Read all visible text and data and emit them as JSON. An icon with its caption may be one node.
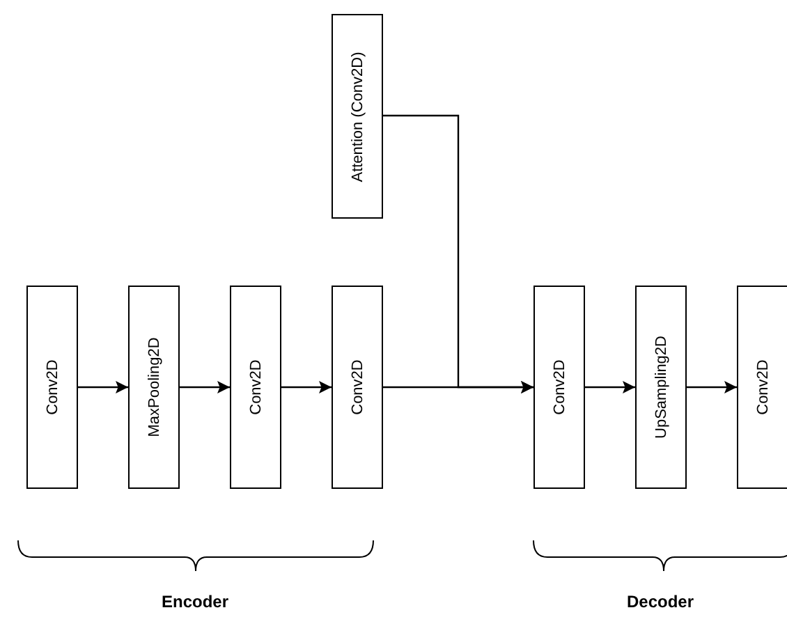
{
  "diagram": {
    "nodes": [
      {
        "text": [
          "Attention (Conv2D)"
        ]
      },
      {
        "text": [
          "Conv2D"
        ]
      },
      {
        "text": [
          "MaxPooling2D"
        ]
      },
      {
        "text": [
          "Conv2D"
        ]
      },
      {
        "text": [
          "Conv2D"
        ]
      },
      {
        "text": [
          "Conv2D"
        ]
      },
      {
        "text": [
          "UpSampling2D"
        ]
      },
      {
        "text": [
          "Conv2D"
        ]
      }
    ],
    "edges": [
      {
        "from": 1,
        "to": 2,
        "arrow": "to"
      },
      {
        "from": 2,
        "to": 3,
        "arrow": "to"
      },
      {
        "from": 3,
        "to": 4,
        "arrow": "to"
      },
      {
        "from": 4,
        "to": 5,
        "arrow": "to"
      },
      {
        "from": 0,
        "to": 5,
        "arrow": "to"
      },
      {
        "from": 5,
        "to": 6,
        "arrow": "to"
      },
      {
        "from": 6,
        "to": 7,
        "arrow": "to"
      }
    ],
    "labels": [
      "Encoder",
      "Decoder"
    ]
  }
}
